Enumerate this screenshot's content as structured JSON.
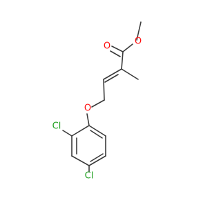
{
  "molecule": {
    "atoms": {
      "o_carbonyl": {
        "symbol": "O",
        "color": "#ff0d0d"
      },
      "o_ester": {
        "symbol": "O",
        "color": "#ff0d0d"
      },
      "o_ether": {
        "symbol": "O",
        "color": "#ff0d0d"
      },
      "cl_ortho": {
        "symbol": "Cl",
        "color": "#1fa01f"
      },
      "cl_para": {
        "symbol": "Cl",
        "color": "#1fa01f"
      }
    },
    "bond_color": "#3a3a3a",
    "background": "#ffffff"
  }
}
